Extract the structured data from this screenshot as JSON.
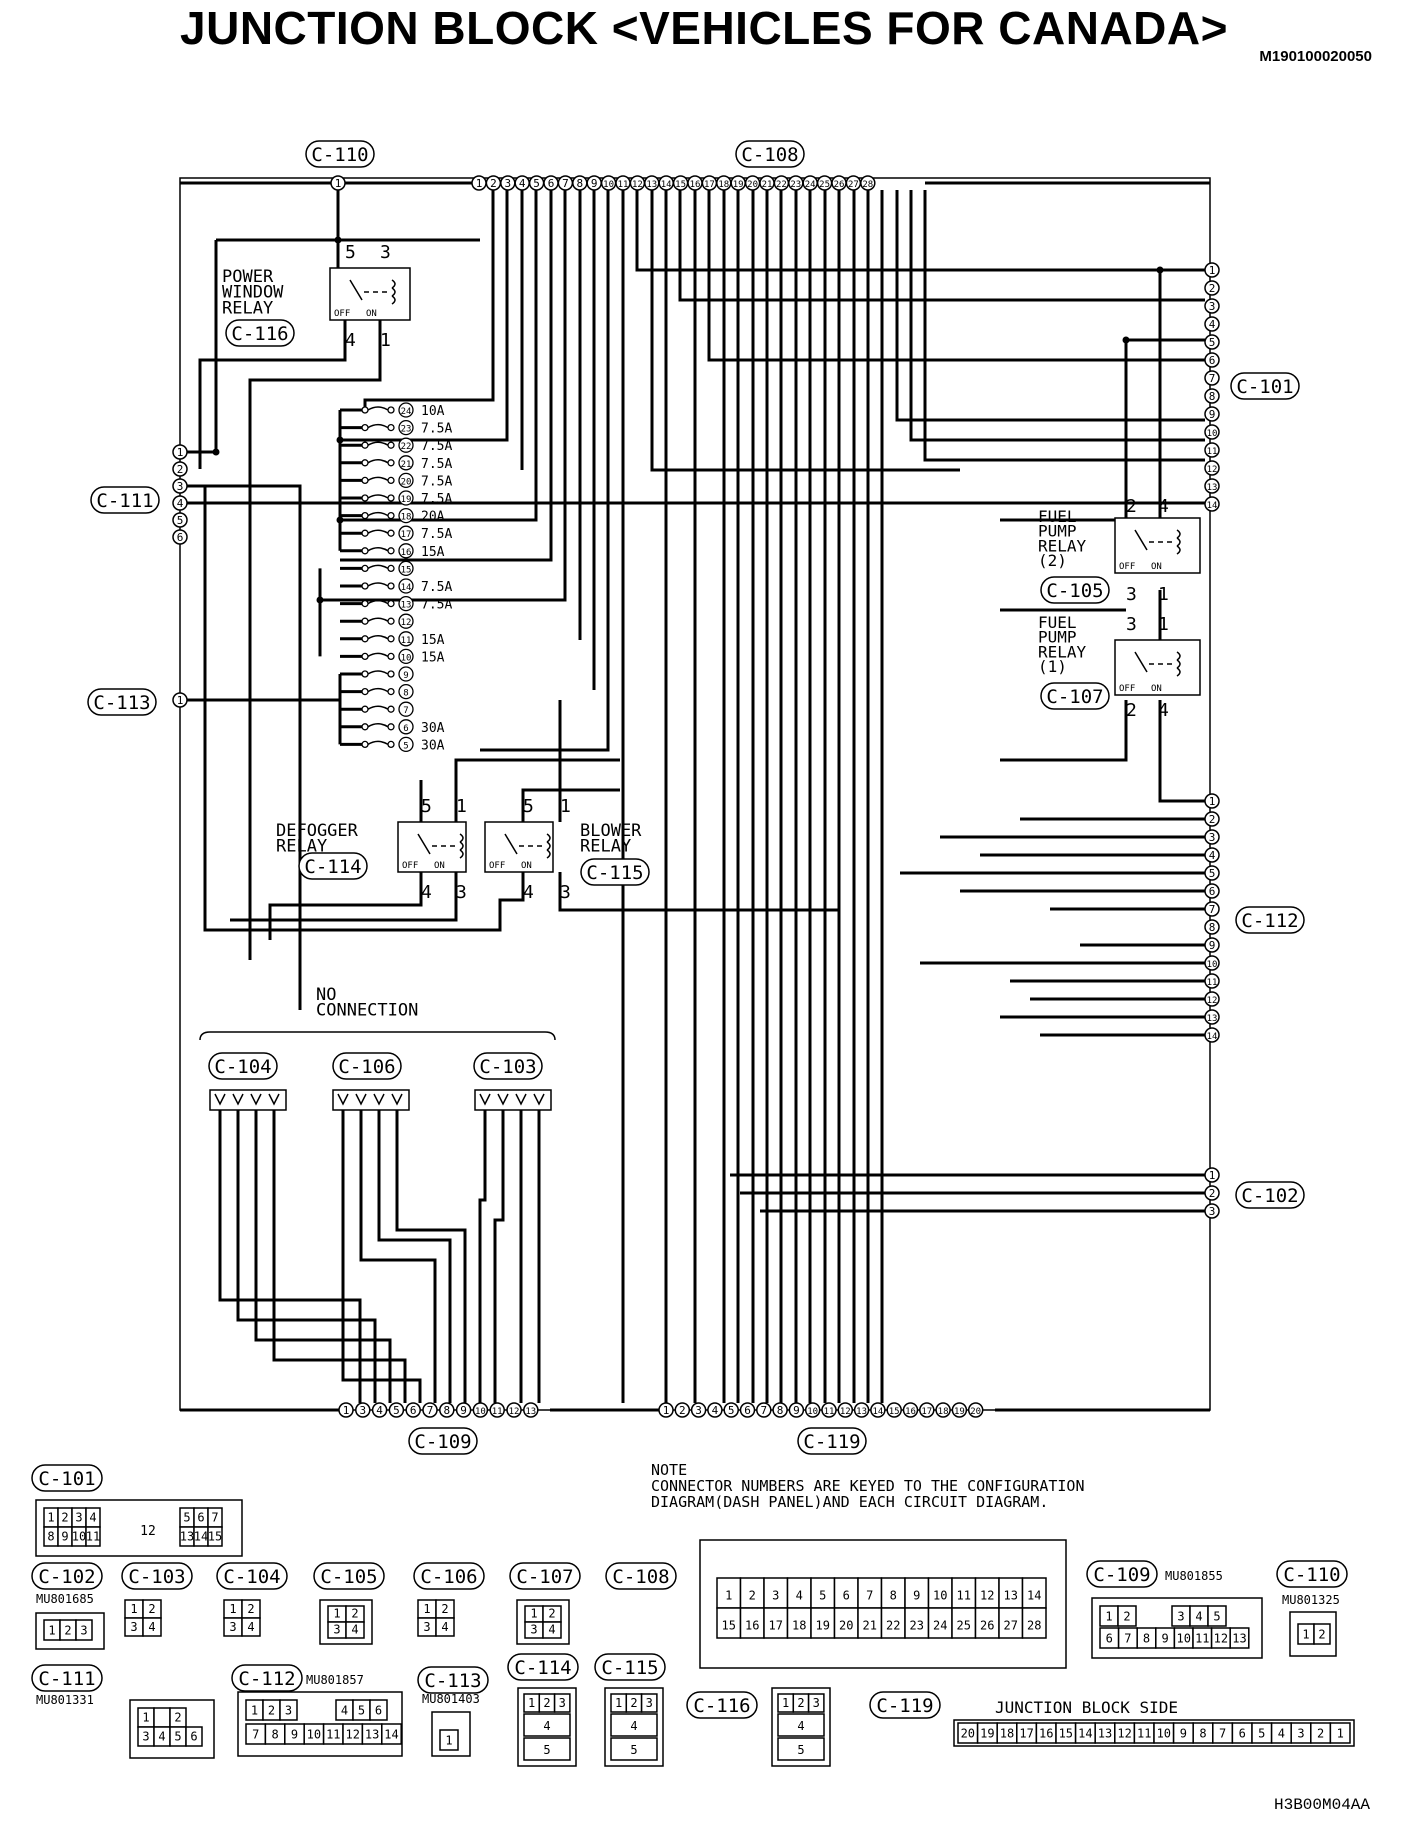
{
  "header": {
    "title": "JUNCTION BLOCK <VEHICLES FOR CANADA>",
    "doc_id": "M190100020050"
  },
  "connectors": {
    "c110": "C-110",
    "c108": "C-108",
    "c101": "C-101",
    "c111": "C-111",
    "c113": "C-113",
    "c112": "C-112",
    "c102": "C-102",
    "c109": "C-109",
    "c119": "C-119",
    "c104": "C-104",
    "c106": "C-106",
    "c103": "C-103",
    "c116": "C-116",
    "c105": "C-105",
    "c107": "C-107",
    "c114": "C-114",
    "c115": "C-115"
  },
  "relays": {
    "power_window": [
      "POWER",
      "WINDOW",
      "RELAY"
    ],
    "fuel_pump_2": [
      "FUEL",
      "PUMP",
      "RELAY",
      "(2)"
    ],
    "fuel_pump_1": [
      "FUEL",
      "PUMP",
      "RELAY",
      "(1)"
    ],
    "defogger": [
      "DEFOGGER",
      "RELAY"
    ],
    "blower": [
      "BLOWER",
      "RELAY"
    ],
    "off": "OFF",
    "on": "ON"
  },
  "fuses": [
    {
      "no": "24",
      "rating": "10A"
    },
    {
      "no": "23",
      "rating": "7.5A"
    },
    {
      "no": "22",
      "rating": "7.5A"
    },
    {
      "no": "21",
      "rating": "7.5A"
    },
    {
      "no": "20",
      "rating": "7.5A"
    },
    {
      "no": "19",
      "rating": "7.5A"
    },
    {
      "no": "18",
      "rating": "20A"
    },
    {
      "no": "17",
      "rating": "7.5A"
    },
    {
      "no": "16",
      "rating": "15A"
    },
    {
      "no": "15",
      "rating": ""
    },
    {
      "no": "14",
      "rating": "7.5A"
    },
    {
      "no": "13",
      "rating": "7.5A"
    },
    {
      "no": "12",
      "rating": ""
    },
    {
      "no": "11",
      "rating": "15A"
    },
    {
      "no": "10",
      "rating": "15A"
    },
    {
      "no": "9",
      "rating": ""
    },
    {
      "no": "8",
      "rating": ""
    },
    {
      "no": "7",
      "rating": ""
    },
    {
      "no": "6",
      "rating": "30A"
    },
    {
      "no": "5",
      "rating": "30A"
    }
  ],
  "no_connection": [
    "NO",
    "CONNECTION"
  ],
  "note": [
    "NOTE",
    "CONNECTOR NUMBERS ARE KEYED TO THE CONFIGURATION",
    "DIAGRAM(DASH PANEL)AND EACH CIRCUIT DIAGRAM."
  ],
  "part_numbers": {
    "c102": "MU801685",
    "c109": "MU801855",
    "c110": "MU801325",
    "c111": "MU801331",
    "c112": "MU801857",
    "c113": "MU801403"
  },
  "junction_block_side": "JUNCTION BLOCK SIDE",
  "fig_code": "H3B00M04AA"
}
